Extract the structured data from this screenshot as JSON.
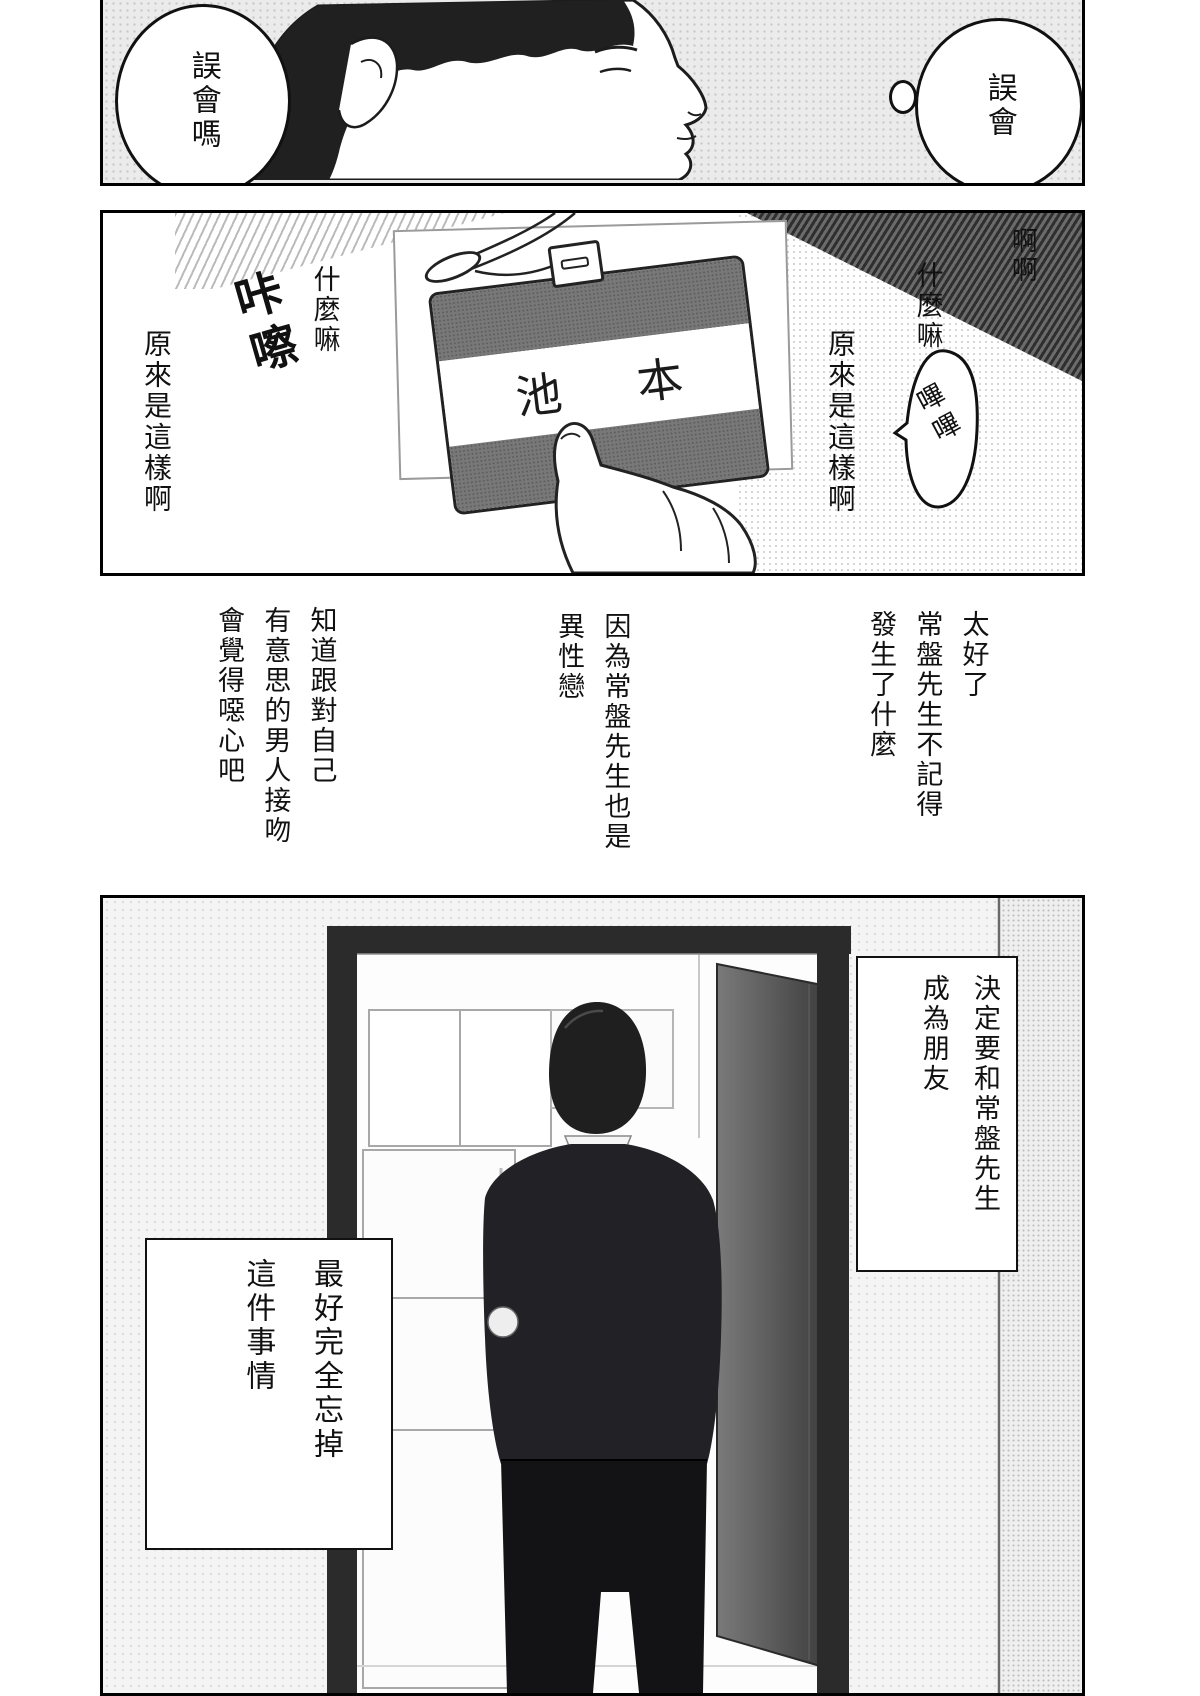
{
  "panel1": {
    "bubble_left": "誤會嗎",
    "bubble_right": "誤會"
  },
  "panel2": {
    "sfx_right_top": "啊啊",
    "sfx_right_what": "什麼嘛",
    "right_realize": "原來是這樣啊",
    "bubble_beep": "嗶嗶",
    "sfx_left_what": "什麼嘛",
    "sfx_kacha": "咔嚓",
    "left_realize": "原來是這樣啊",
    "badge_name_left": "池",
    "badge_name_right": "本"
  },
  "narration": {
    "right_cols": [
      "太好了",
      "常盤先生不記得",
      "發生了什麼"
    ],
    "mid_cols": [
      "因為常盤先生也是",
      "異性戀"
    ],
    "left_cols": [
      "知道跟對自己",
      "有意思的男人接吻",
      "會覺得噁心吧"
    ]
  },
  "panel3": {
    "caption_right_cols": [
      "決定要和常盤先生",
      "成為朋友"
    ],
    "caption_left_cols": [
      "最好完全忘掉",
      "這件事情"
    ]
  }
}
